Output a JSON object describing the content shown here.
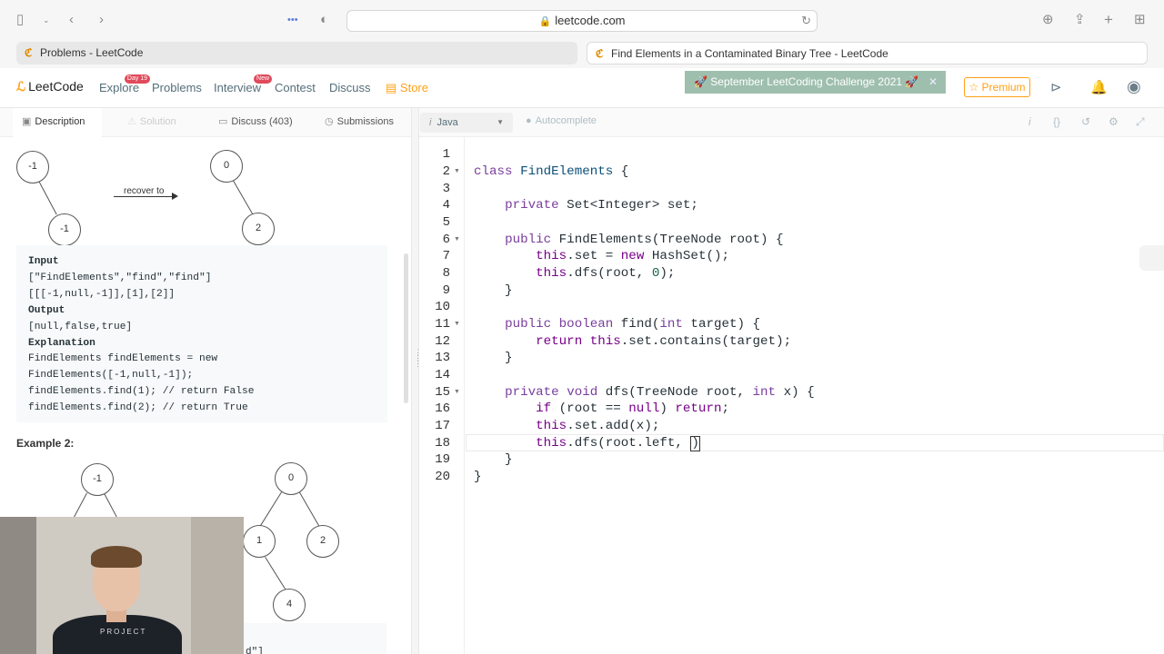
{
  "browser": {
    "url": "leetcode.com",
    "tabs": [
      {
        "title": "Problems - LeetCode"
      },
      {
        "title": "Find Elements in a Contaminated Binary Tree - LeetCode"
      }
    ]
  },
  "nav": {
    "logo": "LeetCode",
    "items": [
      {
        "label": "Explore",
        "badge": "Day 19"
      },
      {
        "label": "Problems"
      },
      {
        "label": "Interview",
        "badge": "New"
      },
      {
        "label": "Contest"
      },
      {
        "label": "Discuss"
      },
      {
        "label": "Store"
      }
    ],
    "banner": "🚀 September LeetCoding Challenge 2021 🚀",
    "premium": "☆ Premium"
  },
  "left_tabs": {
    "description": "Description",
    "solution": "Solution",
    "discuss": "Discuss (403)",
    "submissions": "Submissions"
  },
  "example1": {
    "tree_before": [
      "-1",
      "-1"
    ],
    "tree_after": [
      "0",
      "2"
    ],
    "arrow_label": "recover to",
    "lines": [
      "Input",
      "[\"FindElements\",\"find\",\"find\"]",
      "[[[-1,null,-1]],[1],[2]]",
      "Output",
      "[null,false,true]",
      "Explanation",
      "FindElements findElements = new",
      "FindElements([-1,null,-1]);",
      "findElements.find(1); // return False",
      "findElements.find(2); // return True"
    ]
  },
  "example2": {
    "heading": "Example 2:",
    "tree_before": [
      "-1"
    ],
    "tree_after": [
      "0",
      "1",
      "2",
      "4"
    ],
    "peek": "d\"]"
  },
  "editor": {
    "language": "Java",
    "autocomplete": "Autocomplete",
    "line_numbers": [
      "1",
      "2",
      "3",
      "4",
      "5",
      "6",
      "7",
      "8",
      "9",
      "10",
      "11",
      "12",
      "13",
      "14",
      "15",
      "16",
      "17",
      "18",
      "19",
      "20"
    ]
  },
  "webcam": {
    "shirt_text": "PROJECT"
  }
}
